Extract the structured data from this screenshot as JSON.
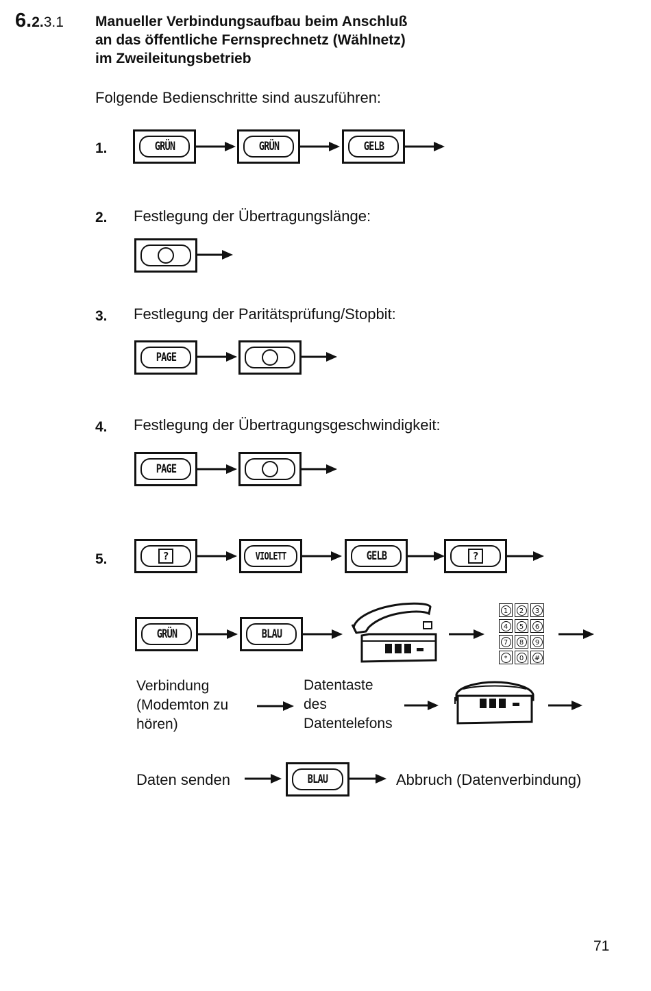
{
  "section": {
    "chapter": "6.",
    "sub": "2.",
    "subsub": "3.1"
  },
  "heading": {
    "lines": [
      "Manueller Verbindungsaufbau beim Anschluß",
      "an das öffentliche Fernsprechnetz (Wählnetz)",
      "im Zweileitungsbetrieb"
    ]
  },
  "intro": "Folgende Bedienschritte sind auszuführen:",
  "steps": [
    {
      "number": "1.",
      "keys": [
        "GRÜN",
        "GRÜN",
        "GELB"
      ]
    },
    {
      "number": "2.",
      "text": "Festlegung der Übertragungslänge:"
    },
    {
      "number": "3.",
      "text": "Festlegung der Paritätsprüfung/Stopbit:",
      "keys": [
        "PAGE"
      ]
    },
    {
      "number": "4.",
      "text": "Festlegung der Übertragungsgeschwindigkeit:",
      "keys": [
        "PAGE"
      ]
    },
    {
      "number": "5.",
      "keys": [
        "?",
        "VIOLETT",
        "GELB",
        "?"
      ]
    }
  ],
  "step5_row2": {
    "keys": [
      "GRÜN",
      "BLAU"
    ]
  },
  "keypad": {
    "keys": [
      "1",
      "2",
      "3",
      "4",
      "5",
      "6",
      "7",
      "8",
      "9",
      "*",
      "0",
      "#"
    ]
  },
  "captions": {
    "verbindung": [
      "Verbindung",
      "(Modemton zu",
      "hören)"
    ],
    "datentaste": [
      "Datentaste",
      "des",
      "Datentelefons"
    ],
    "daten_senden": "Daten senden",
    "abbruch": "Abbruch (Datenverbindung)",
    "final_key": "BLAU"
  },
  "page_number": "71"
}
